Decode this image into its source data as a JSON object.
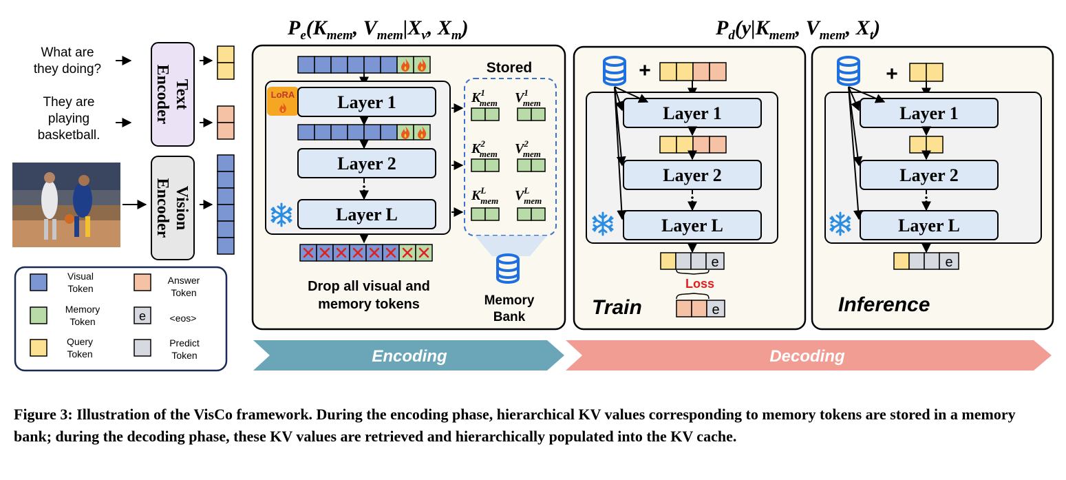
{
  "encoding_formula": {
    "p": "P",
    "p_sub": "e",
    "k": "K",
    "v": "V",
    "sub": "mem",
    "cond_x1": "X",
    "cond_x1_sub": "v",
    "cond_x2": "X",
    "cond_x2_sub": "m"
  },
  "decoding_formula": {
    "p": "P",
    "p_sub": "d",
    "y": "y",
    "k": "K",
    "v": "V",
    "sub": "mem",
    "cond_x": "X",
    "cond_x_sub": "t"
  },
  "inputs": {
    "question_lines": [
      "What are",
      "they doing?"
    ],
    "answer_lines": [
      "They are",
      "playing",
      "basketball."
    ],
    "text_encoder_lines": [
      "Text",
      "Encoder"
    ],
    "vision_encoder_lines": [
      "Vision",
      "Encoder"
    ]
  },
  "encoder": {
    "lora_label": "LoRA",
    "layers": [
      "Layer 1",
      "Layer 2",
      "Layer L"
    ],
    "stored_label": "Stored",
    "kv_superscripts": [
      "1",
      "2",
      "L"
    ],
    "k_symbol": "K",
    "v_symbol": "V",
    "kv_subscript": "mem",
    "drop_lines": [
      "Drop all visual and",
      "memory tokens"
    ],
    "memory_bank_lines": [
      "Memory",
      "Bank"
    ]
  },
  "train_panel": {
    "plus": "+",
    "layers": [
      "Layer 1",
      "Layer 2",
      "Layer L"
    ],
    "eos_glyph": "e",
    "loss_label": "Loss",
    "title": "Train"
  },
  "inference_panel": {
    "plus": "+",
    "layers": [
      "Layer 1",
      "Layer 2",
      "Layer L"
    ],
    "eos_glyph": "e",
    "title": "Inference"
  },
  "legend": {
    "items": [
      {
        "lines": [
          "Visual",
          "Token"
        ],
        "color": "#7b96d3"
      },
      {
        "lines": [
          "Answer",
          "Token"
        ],
        "color": "#f6c2a6"
      },
      {
        "lines": [
          "Memory",
          "Token"
        ],
        "color": "#b9dba8"
      },
      {
        "lines": [
          "<eos>"
        ],
        "glyph": "e",
        "color": "#d6d9df"
      },
      {
        "lines": [
          "Query",
          "Token"
        ],
        "color": "#fbe191"
      },
      {
        "lines": [
          "Predict",
          "Token"
        ],
        "color": "#d6d9df"
      }
    ]
  },
  "phases": {
    "encoding": "Encoding",
    "decoding": "Decoding"
  },
  "caption": "Figure 3: Illustration of the VisCo framework. During the encoding phase, hierarchical KV values corresponding to memory tokens are stored in a memory bank; during the decoding phase, these KV values are retrieved and hierarchically populated into the KV cache.",
  "colors": {
    "visual": "#7b96d3",
    "memory": "#b9dba8",
    "query": "#fbe191",
    "answer": "#f6c2a6",
    "predict": "#d6d9df",
    "layer": "#dce8f5",
    "panel": "#fbf8ef",
    "inner": "#f2f2f2",
    "text_encoder": "#ebe3f5",
    "encoding_arrow": "#6aa6b8",
    "decoding_arrow": "#f19d94",
    "accent_blue": "#1e6fe0",
    "drop_x": "#e02020",
    "loss": "#e02020",
    "fire": "#e85a1a"
  }
}
